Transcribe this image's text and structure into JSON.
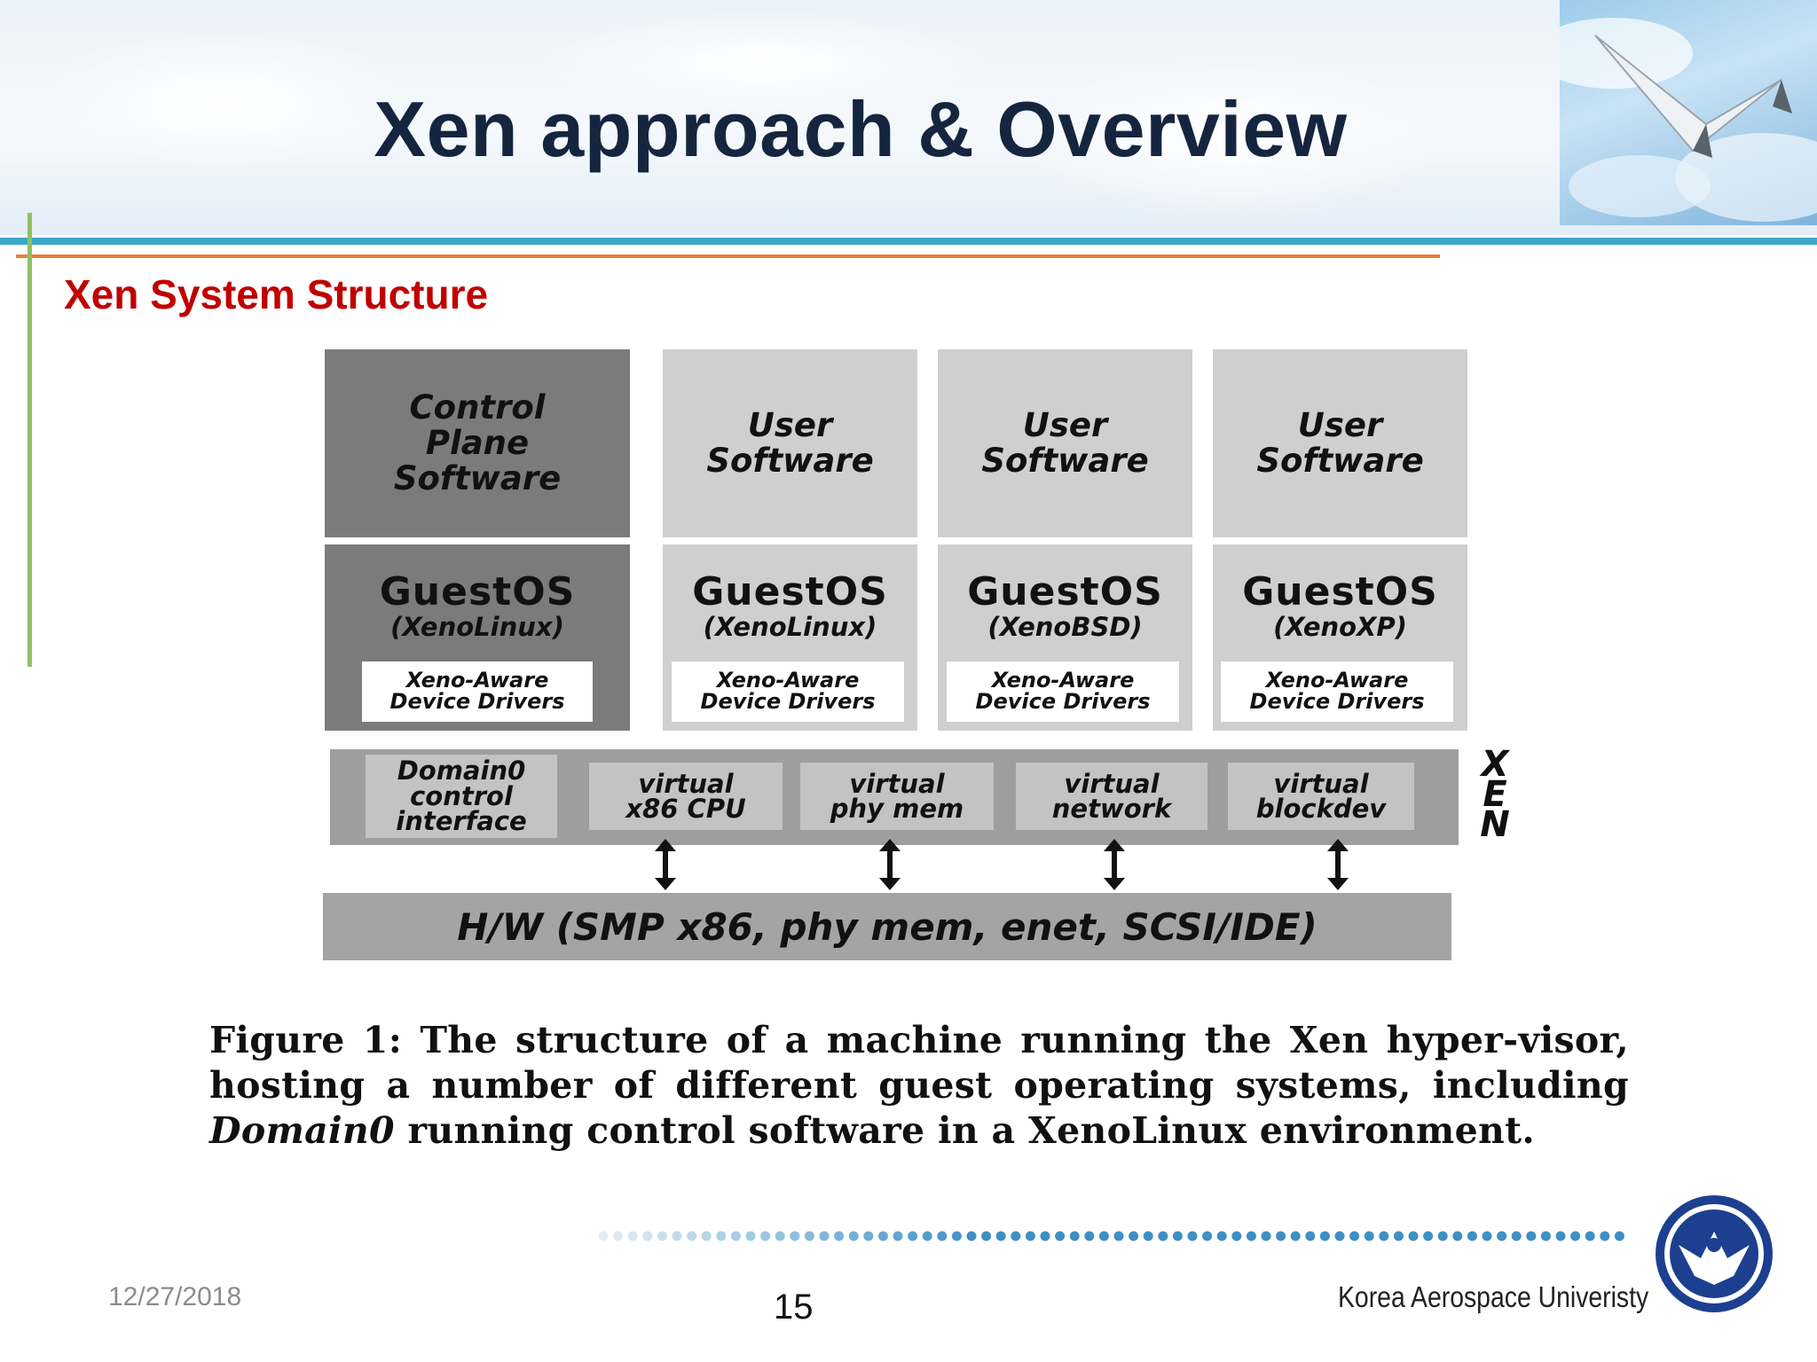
{
  "slide": {
    "title": "Xen approach & Overview",
    "section_heading": "Xen System Structure"
  },
  "figure": {
    "top_boxes": [
      {
        "lines": [
          "Control",
          "Plane",
          "Software"
        ]
      },
      {
        "lines": [
          "User",
          "Software"
        ]
      },
      {
        "lines": [
          "User",
          "Software"
        ]
      },
      {
        "lines": [
          "User",
          "Software"
        ]
      }
    ],
    "guest_os": [
      {
        "name": "GuestOS",
        "sub": "(XenoLinux)"
      },
      {
        "name": "GuestOS",
        "sub": "(XenoLinux)"
      },
      {
        "name": "GuestOS",
        "sub": "(XenoBSD)"
      },
      {
        "name": "GuestOS",
        "sub": "(XenoXP)"
      }
    ],
    "driver_label": [
      "Xeno-Aware",
      "Device Drivers"
    ],
    "xen_components": [
      {
        "lines": [
          "Domain0",
          "control",
          "interface"
        ]
      },
      {
        "lines": [
          "virtual",
          "x86 CPU"
        ]
      },
      {
        "lines": [
          "virtual",
          "phy mem"
        ]
      },
      {
        "lines": [
          "virtual",
          "network"
        ]
      },
      {
        "lines": [
          "virtual",
          "blockdev"
        ]
      }
    ],
    "xen_label": [
      "X",
      "E",
      "N"
    ],
    "hardware": "H/W (SMP x86, phy mem, enet, SCSI/IDE)",
    "caption": {
      "before": "Figure 1: The structure of a machine running the Xen hyper-visor, hosting a number of different guest operating systems, including ",
      "italic": "Domain0",
      "after": " running control software in a XenoLinux environment."
    }
  },
  "footer": {
    "date": "12/27/2018",
    "page_number": "15",
    "university": "Korea Aerospace Univeristy"
  },
  "colors": {
    "title": "#16253f",
    "section_heading": "#c00000",
    "accent_blue": "#3ea8c9",
    "accent_orange": "#e97f3c",
    "accent_green": "#8fc163",
    "dots": "#3f8fc4"
  }
}
